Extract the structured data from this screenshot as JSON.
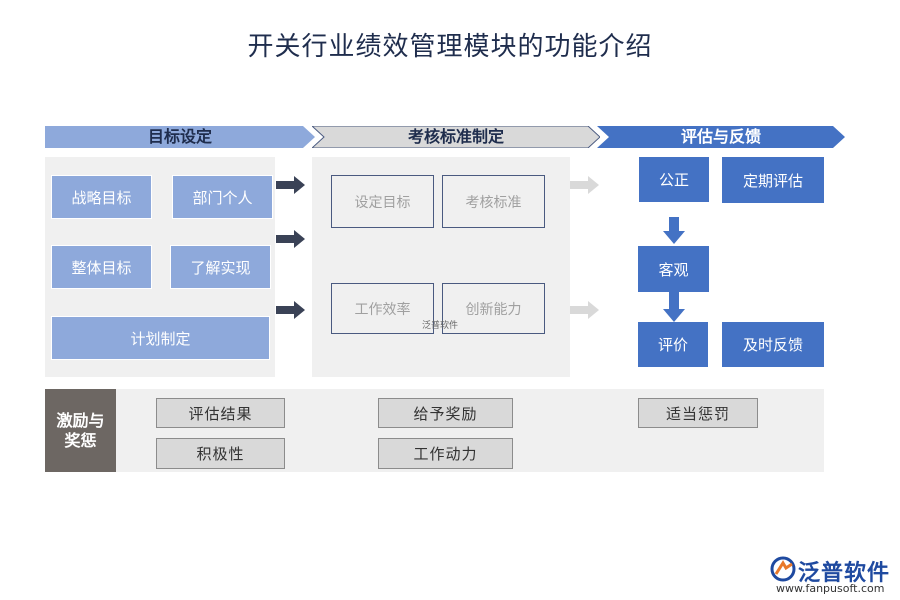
{
  "title": "开关行业绩效管理模块的功能介绍",
  "sections": {
    "goal_setting": {
      "header": "目标设定",
      "items": [
        "战略目标",
        "部门个人",
        "整体目标",
        "了解实现",
        "计划制定"
      ]
    },
    "assessment_standards": {
      "header": "考核标准制定",
      "items": [
        "设定目标",
        "考核标准",
        "工作效率",
        "创新能力"
      ]
    },
    "evaluation_feedback": {
      "header": "评估与反馈",
      "items": [
        "公正",
        "定期评估",
        "客观",
        "评价",
        "及时反馈"
      ]
    },
    "incentives": {
      "label": "激励与\n奖惩",
      "items": [
        "评估结果",
        "积极性",
        "给予奖励",
        "工作动力",
        "适当惩罚"
      ]
    }
  },
  "watermark": "泛普软件",
  "brand": {
    "name": "泛普软件",
    "url": "www.fanpusoft.com"
  },
  "colors": {
    "banner_light": "#8ea9db",
    "banner_gray": "#d9d9d9",
    "banner_blue": "#4472c4",
    "box_light": "#8ea9db",
    "box_blue": "#4472c4",
    "panel_gray": "#f0f0f0",
    "side_dark": "#6d6763",
    "arrow_dark": "#3a4256",
    "arrow_light": "#d9d9d9"
  }
}
